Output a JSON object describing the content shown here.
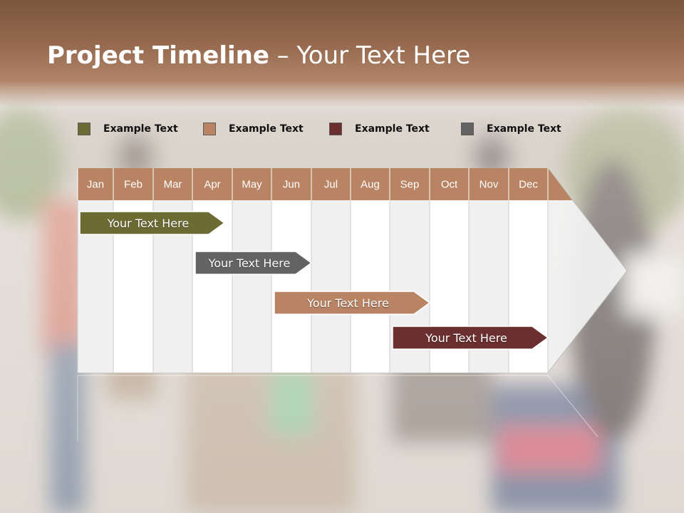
{
  "slide": {
    "title_bold": "Project Timeline",
    "title_rest": " – Your Text Here"
  },
  "legend": [
    {
      "label": "Example Text",
      "color": "#6b6b33"
    },
    {
      "label": "Example Text",
      "color": "#b98463"
    },
    {
      "label": "Example Text",
      "color": "#6b2f2f"
    },
    {
      "label": "Example Text",
      "color": "#636363"
    }
  ],
  "chart_data": {
    "type": "gantt",
    "categories": [
      "Jan",
      "Feb",
      "Mar",
      "Apr",
      "May",
      "Jun",
      "Jul",
      "Aug",
      "Sep",
      "Oct",
      "Nov",
      "Dec"
    ],
    "tasks": [
      {
        "label": "Your  Text Here",
        "start": 0,
        "end": 3.8,
        "color": "#6b6b33"
      },
      {
        "label": "Your  Text Here",
        "start": 3.0,
        "end": 6.0,
        "color": "#636363"
      },
      {
        "label": "Your  Text Here",
        "start": 5.0,
        "end": 9.0,
        "color": "#b98463"
      },
      {
        "label": "Your  Text Here",
        "start": 8.0,
        "end": 12.0,
        "color": "#6b2f2f"
      }
    ],
    "header_color": "#b98463",
    "grid": true
  }
}
